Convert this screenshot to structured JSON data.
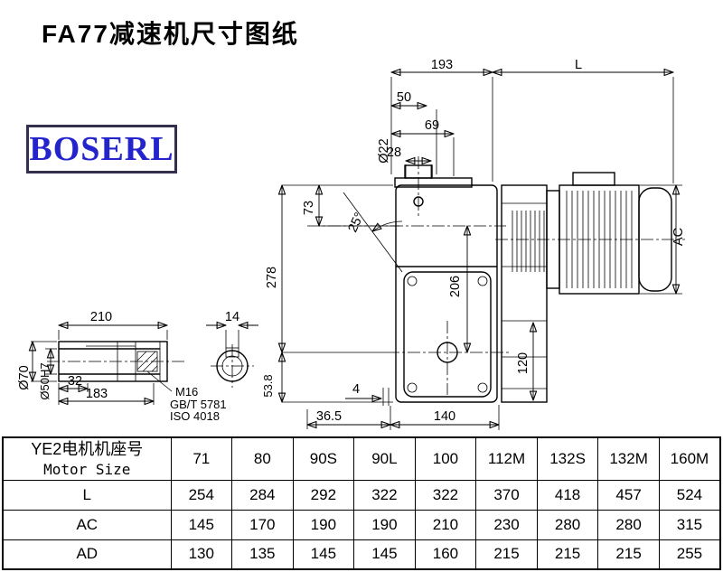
{
  "page": {
    "title": "FA77减速机尺寸图纸",
    "logo_text": "BOSERL"
  },
  "drawing": {
    "labels": {
      "top_width": "193",
      "motor_length": "L",
      "flange_50": "50",
      "flange_69": "69",
      "shaft_dia": "Ø22",
      "shaft_28": "28",
      "offset_73": "73",
      "angle": "25°",
      "height_278": "278",
      "center_206": "206",
      "motor_ac": "AC",
      "flange_120": "120",
      "gap_4": "4",
      "offset_36_5": "36.5",
      "width_140": "140",
      "height_53_8": "53.8",
      "shaft_len_210": "210",
      "key_14": "14",
      "dia_70": "Ø70",
      "dia_50h7": "Ø50H7",
      "bore_32": "32",
      "bore_183": "183",
      "thread": "M16",
      "std_gb": "GB/T 5781",
      "std_iso": "ISO 4018"
    }
  },
  "table": {
    "header_cn": "YE2电机机座号",
    "header_en": "Motor Size",
    "sizes": [
      "71",
      "80",
      "90S",
      "90L",
      "100",
      "112M",
      "132S",
      "132M",
      "160M"
    ],
    "rows": [
      {
        "label": "L",
        "values": [
          "254",
          "284",
          "292",
          "322",
          "322",
          "370",
          "418",
          "457",
          "524"
        ]
      },
      {
        "label": "AC",
        "values": [
          "145",
          "170",
          "190",
          "190",
          "210",
          "230",
          "280",
          "280",
          "315"
        ]
      },
      {
        "label": "AD",
        "values": [
          "130",
          "135",
          "145",
          "145",
          "160",
          "215",
          "215",
          "215",
          "255"
        ]
      }
    ]
  }
}
